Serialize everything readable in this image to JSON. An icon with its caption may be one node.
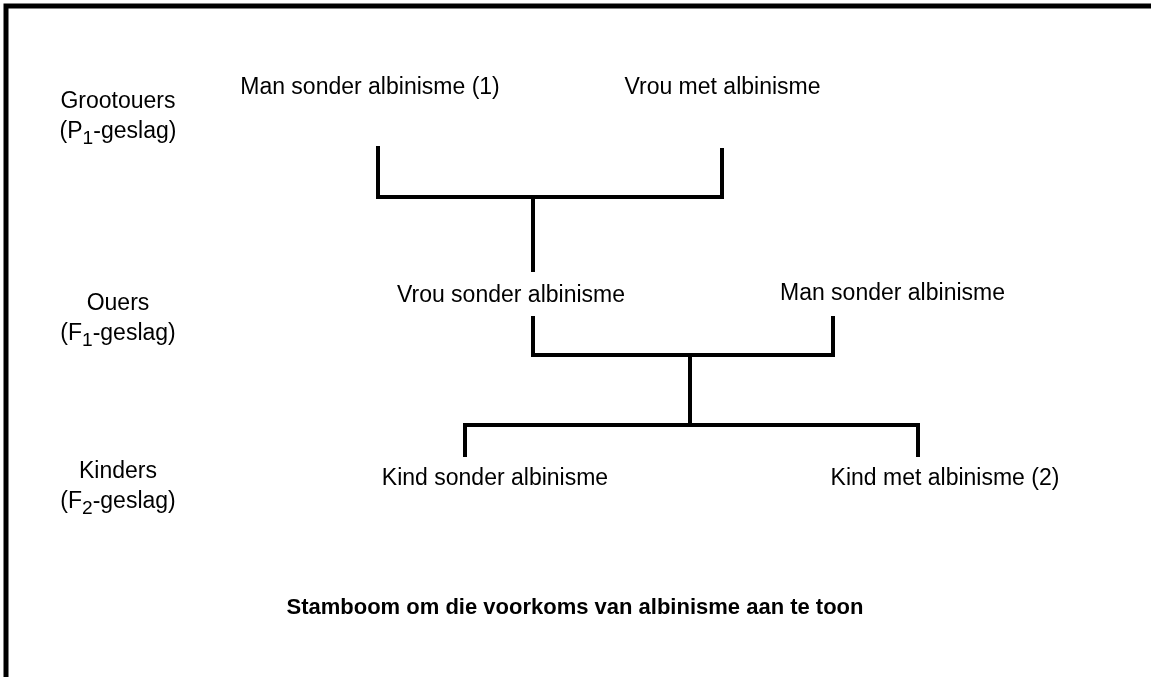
{
  "diagram": {
    "caption": "Stamboom om die voorkoms van albinisme aan te toon",
    "nodes": [
      {
        "text": [
          "Man sonder albinisme (1)"
        ]
      },
      {
        "text": [
          "Vrou met albinisme"
        ]
      },
      {
        "text": [
          "Vrou sonder albinisme"
        ]
      },
      {
        "text": [
          "Man sonder albinisme"
        ]
      },
      {
        "text": [
          "Kind sonder albinisme"
        ]
      },
      {
        "text": [
          "Kind met albinisme (2)"
        ]
      }
    ],
    "edges": [
      {
        "from": 0,
        "to": 2,
        "arrow": "none"
      },
      {
        "from": 1,
        "to": 2,
        "arrow": "none"
      },
      {
        "from": 2,
        "to": 4,
        "arrow": "none"
      },
      {
        "from": 2,
        "to": 5,
        "arrow": "none"
      },
      {
        "from": 3,
        "to": 4,
        "arrow": "none"
      },
      {
        "from": 3,
        "to": 5,
        "arrow": "none"
      }
    ],
    "labels": [
      "Grootouers",
      "(P$_{1}$-geslag)",
      "Ouers",
      "(F$_{1}$-geslag)",
      "Kinders",
      "(F$_{2}$-geslag)"
    ]
  }
}
